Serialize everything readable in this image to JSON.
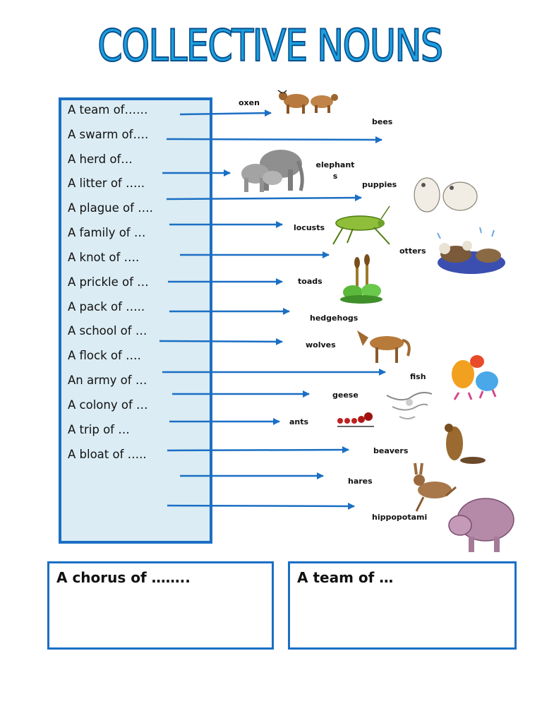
{
  "title": "COLLECTIVE NOUNS",
  "phrases": [
    "A team of……",
    "A swarm of….",
    "A herd of…",
    "A litter of …..",
    "A plague of ….",
    "A family of …",
    "A knot of ….",
    "A prickle of …",
    "A pack of …..",
    "A school of …",
    "A flock of ….",
    "An army of …",
    "A colony of …",
    "A trip of …",
    "A bloat of ….."
  ],
  "animals": {
    "oxen": "oxen",
    "bees": "bees",
    "elephants_line1": "elephant",
    "elephants_line2": "s",
    "puppies": "puppies",
    "locusts": "locusts",
    "otters": "otters",
    "toads": "toads",
    "hedgehogs": "hedgehogs",
    "wolves": "wolves",
    "fish": "fish",
    "geese": "geese",
    "ants": "ants",
    "beavers": "beavers",
    "hares": "hares",
    "hippopotami": "hippopotami"
  },
  "icons": [
    "oxen-icon",
    "elephants-icon",
    "puppies-icon",
    "grasshopper-icon",
    "otters-icon",
    "toads-icon",
    "wolf-icon",
    "fish-icon",
    "geese-icon",
    "ants-icon",
    "beaver-icon",
    "hare-icon",
    "hippo-icon",
    "football-players-icon"
  ],
  "colors": {
    "accent": "#1b6fc4",
    "title_fill": "#1aa0e0",
    "panel": "#dbecf4"
  },
  "bottom": {
    "chorus": "A chorus of ……..",
    "team": "A team of …"
  }
}
